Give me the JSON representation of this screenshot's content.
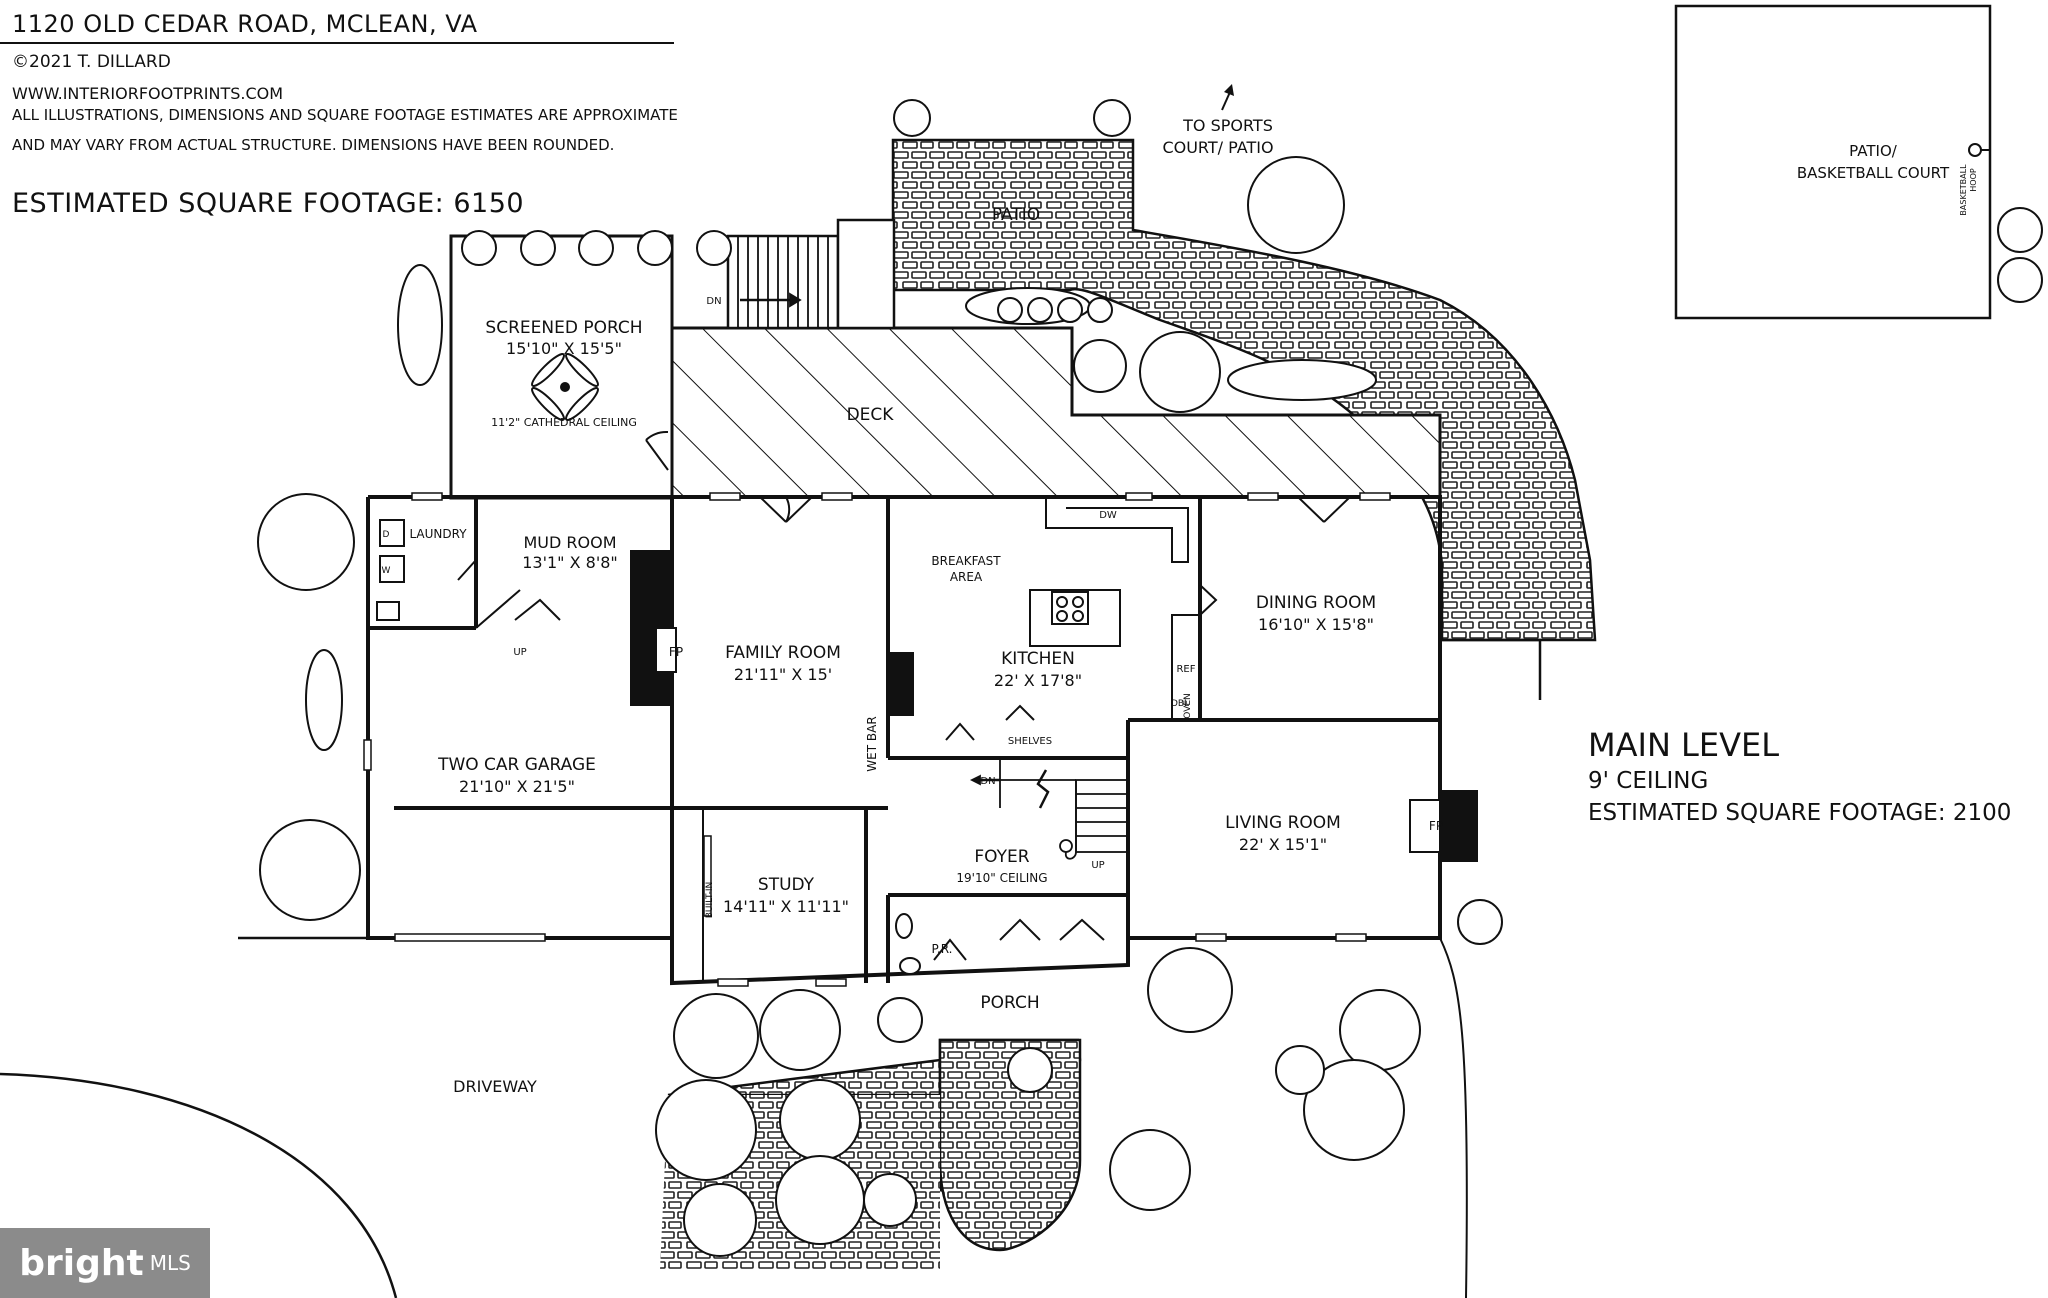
{
  "header": {
    "address": "1120 OLD CEDAR ROAD, MCLEAN, VA",
    "copyright": "©2021 T. DILLARD",
    "website": "WWW.INTERIORFOOTPRINTS.COM",
    "disclaimer_line1": "ALL ILLUSTRATIONS, DIMENSIONS AND SQUARE FOOTAGE ESTIMATES ARE APPROXIMATE",
    "disclaimer_line2": "AND MAY VARY FROM ACTUAL STRUCTURE. DIMENSIONS HAVE BEEN ROUNDED.",
    "total_sqft": "ESTIMATED SQUARE FOOTAGE: 6150"
  },
  "level": {
    "title": "MAIN LEVEL",
    "ceiling": "9' CEILING",
    "sqft": "ESTIMATED SQUARE FOOTAGE: 2100"
  },
  "rooms": {
    "screened_porch": {
      "name": "SCREENED PORCH",
      "dims": "15'10\" X 15'5\"",
      "note": "11'2\" CATHEDRAL CEILING"
    },
    "laundry": {
      "name": "LAUNDRY"
    },
    "mud_room": {
      "name": "MUD ROOM",
      "dims": "13'1\" X 8'8\""
    },
    "family_room": {
      "name": "FAMILY ROOM",
      "dims": "21'11\" X 15'"
    },
    "breakfast": {
      "line1": "BREAKFAST",
      "line2": "AREA"
    },
    "kitchen": {
      "name": "KITCHEN",
      "dims": "22' X 17'8\""
    },
    "dining_room": {
      "name": "DINING ROOM",
      "dims": "16'10\" X 15'8\""
    },
    "garage": {
      "name": "TWO CAR GARAGE",
      "dims": "21'10\" X 21'5\""
    },
    "living_room": {
      "name": "LIVING ROOM",
      "dims": "22' X 15'1\""
    },
    "study": {
      "name": "STUDY",
      "dims": "14'11\" X 11'11\""
    },
    "foyer": {
      "name": "FOYER",
      "note": "19'10\" CEILING"
    },
    "powder": {
      "name": "P.R."
    },
    "porch": {
      "name": "PORCH"
    },
    "deck": {
      "name": "DECK"
    },
    "patio": {
      "name": "PATIO"
    },
    "driveway": {
      "name": "DRIVEWAY"
    },
    "court": {
      "line1": "PATIO/",
      "line2": "BASKETBALL COURT"
    }
  },
  "labels": {
    "dn_top": "DN",
    "dn_stair": "DN",
    "up_garage": "UP",
    "up_foyer": "UP",
    "dw": "DW",
    "ref": "REF",
    "dbl": "DBL",
    "oven": "OVEN",
    "fp_family": "FP",
    "fp_living": "FP",
    "wet_bar": "WET BAR",
    "shelves": "SHELVES",
    "built_in": "BUILT-IN",
    "sports_line1": "TO SPORTS",
    "sports_line2": "COURT/ PATIO",
    "hoop_line1": "BASKETBALL",
    "hoop_line2": "HOOP",
    "w": "W",
    "d": "D"
  },
  "watermark": {
    "brand": "bright",
    "suffix": "MLS"
  }
}
